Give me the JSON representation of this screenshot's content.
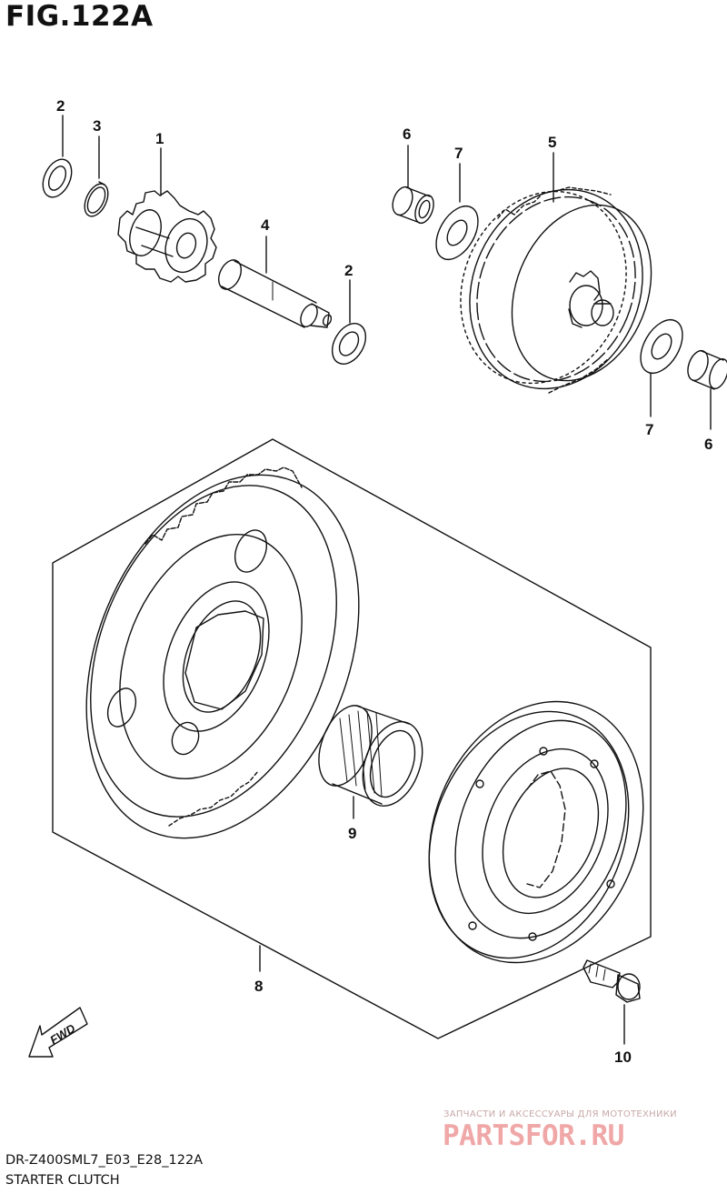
{
  "figure": {
    "title": "FIG.122A",
    "model_code": "DR-Z400SML7_E03_E28_122A",
    "section_name": "STARTER CLUTCH"
  },
  "callouts": {
    "c1": "1",
    "c2a": "2",
    "c2b": "2",
    "c3": "3",
    "c4": "4",
    "c5": "5",
    "c6a": "6",
    "c6b": "6",
    "c7a": "7",
    "c7b": "7",
    "c8": "8",
    "c9": "9",
    "c10": "10"
  },
  "fwd_arrow": {
    "label": "FWD"
  },
  "watermark": {
    "tagline": "ЗАПЧАСТИ И АКСЕССУАРЫ ДЛЯ МОТОТЕХНИКИ",
    "brand": "PARTSFOR.RU"
  },
  "colors": {
    "line": "#111111",
    "watermark_red": "#f0a7a7"
  }
}
